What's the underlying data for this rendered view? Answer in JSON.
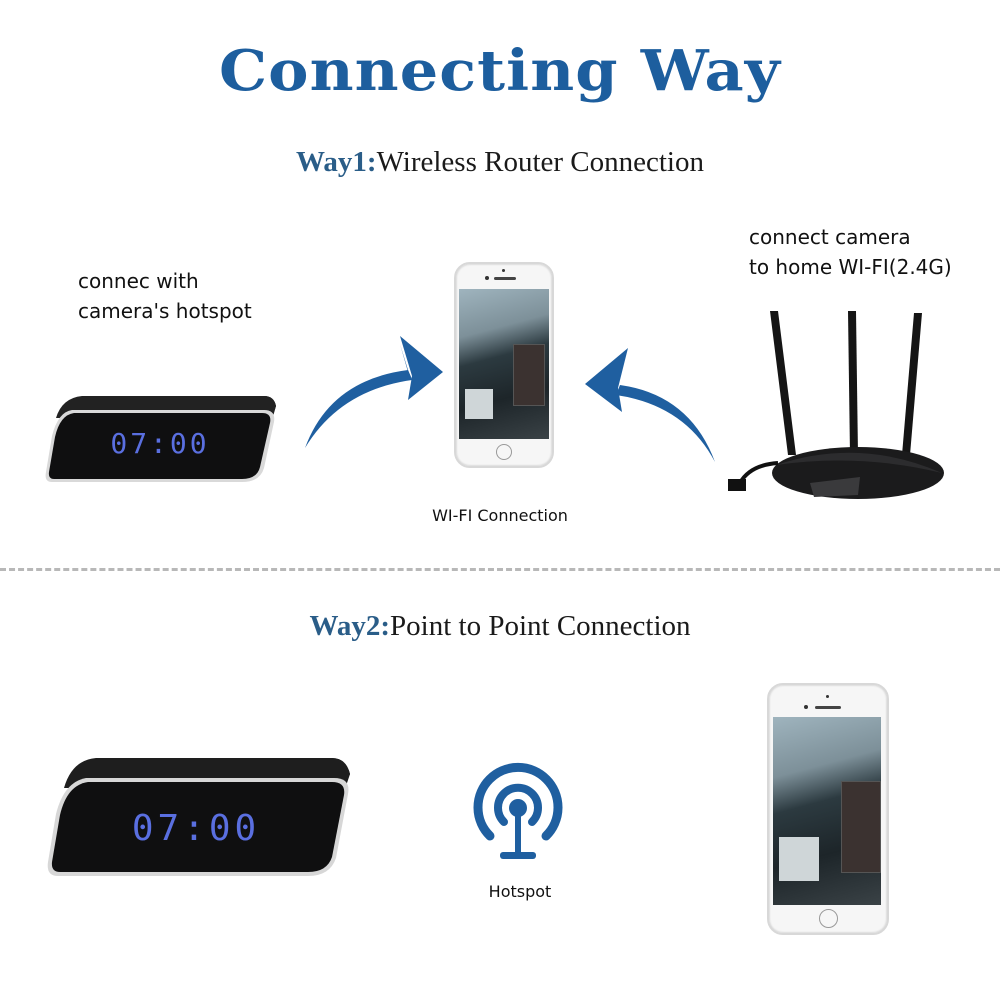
{
  "title": "Connecting Way",
  "colors": {
    "title_blue": "#1d5e9e",
    "heading_prefix_blue": "#2a5d88",
    "arrow_blue": "#1f5fa0",
    "clock_digits": "#5a6fe0",
    "divider": "#b8b8b8"
  },
  "way1": {
    "prefix": "Way1:",
    "label": "Wireless Router Connection",
    "camera_caption_line1": "connec with",
    "camera_caption_line2": "camera's hotspot",
    "router_caption_line1": "connect camera",
    "router_caption_line2": "to home WI-FI(2.4G)",
    "phone_caption": "WI-FI Connection",
    "clock_time": "07:00",
    "icons": [
      "clock-camera",
      "arrow-right-curved",
      "smartphone",
      "arrow-left-curved",
      "wifi-router"
    ]
  },
  "way2": {
    "prefix": "Way2:",
    "label": "Point to Point Connection",
    "hotspot_caption": "Hotspot",
    "clock_time": "07:00",
    "icons": [
      "clock-camera",
      "hotspot-antenna",
      "smartphone"
    ]
  }
}
